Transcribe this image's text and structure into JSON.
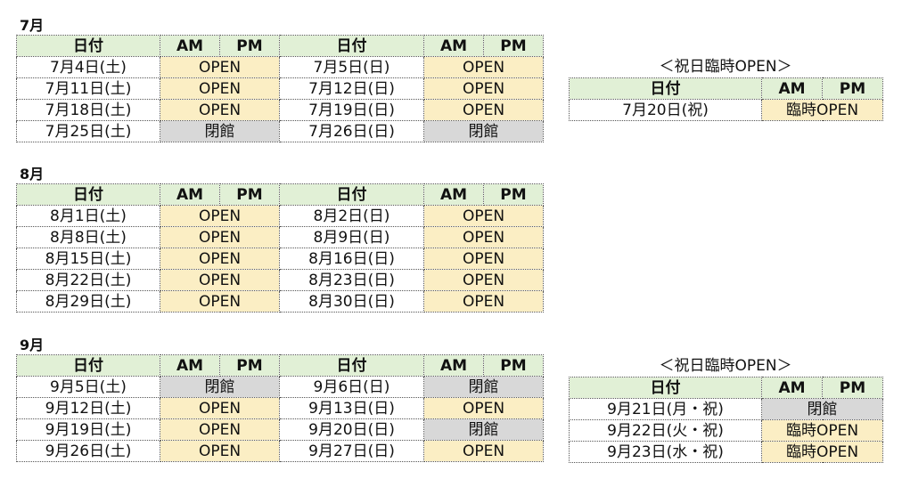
{
  "headers": {
    "date": "日付",
    "am": "AM",
    "pm": "PM"
  },
  "holiday_title": "＜祝日臨時OPEN＞",
  "months": [
    {
      "label": "7月",
      "rows": [
        {
          "sat": "7月4日(土)",
          "sat_status": "OPEN",
          "sun": "7月5日(日)",
          "sun_status": "OPEN"
        },
        {
          "sat": "7月11日(土)",
          "sat_status": "OPEN",
          "sun": "7月12日(日)",
          "sun_status": "OPEN"
        },
        {
          "sat": "7月18日(土)",
          "sat_status": "OPEN",
          "sun": "7月19日(日)",
          "sun_status": "OPEN"
        },
        {
          "sat": "7月25日(土)",
          "sat_status": "閉館",
          "sun": "7月26日(日)",
          "sun_status": "閉館"
        }
      ],
      "holidays": [
        {
          "date": "7月20日(祝)",
          "status": "臨時OPEN"
        }
      ]
    },
    {
      "label": "8月",
      "rows": [
        {
          "sat": "8月1日(土)",
          "sat_status": "OPEN",
          "sun": "8月2日(日)",
          "sun_status": "OPEN"
        },
        {
          "sat": "8月8日(土)",
          "sat_status": "OPEN",
          "sun": "8月9日(日)",
          "sun_status": "OPEN"
        },
        {
          "sat": "8月15日(土)",
          "sat_status": "OPEN",
          "sun": "8月16日(日)",
          "sun_status": "OPEN"
        },
        {
          "sat": "8月22日(土)",
          "sat_status": "OPEN",
          "sun": "8月23日(日)",
          "sun_status": "OPEN"
        },
        {
          "sat": "8月29日(土)",
          "sat_status": "OPEN",
          "sun": "8月30日(日)",
          "sun_status": "OPEN"
        }
      ],
      "holidays": []
    },
    {
      "label": "9月",
      "rows": [
        {
          "sat": "9月5日(土)",
          "sat_status": "閉館",
          "sun": "9月6日(日)",
          "sun_status": "閉館"
        },
        {
          "sat": "9月12日(土)",
          "sat_status": "OPEN",
          "sun": "9月13日(日)",
          "sun_status": "OPEN"
        },
        {
          "sat": "9月19日(土)",
          "sat_status": "OPEN",
          "sun": "9月20日(日)",
          "sun_status": "閉館"
        },
        {
          "sat": "9月26日(土)",
          "sat_status": "OPEN",
          "sun": "9月27日(日)",
          "sun_status": "OPEN"
        }
      ],
      "holidays": [
        {
          "date": "9月21日(月・祝)",
          "status": "閉館"
        },
        {
          "date": "9月22日(火・祝)",
          "status": "臨時OPEN"
        },
        {
          "date": "9月23日(水・祝)",
          "status": "臨時OPEN"
        }
      ]
    }
  ]
}
